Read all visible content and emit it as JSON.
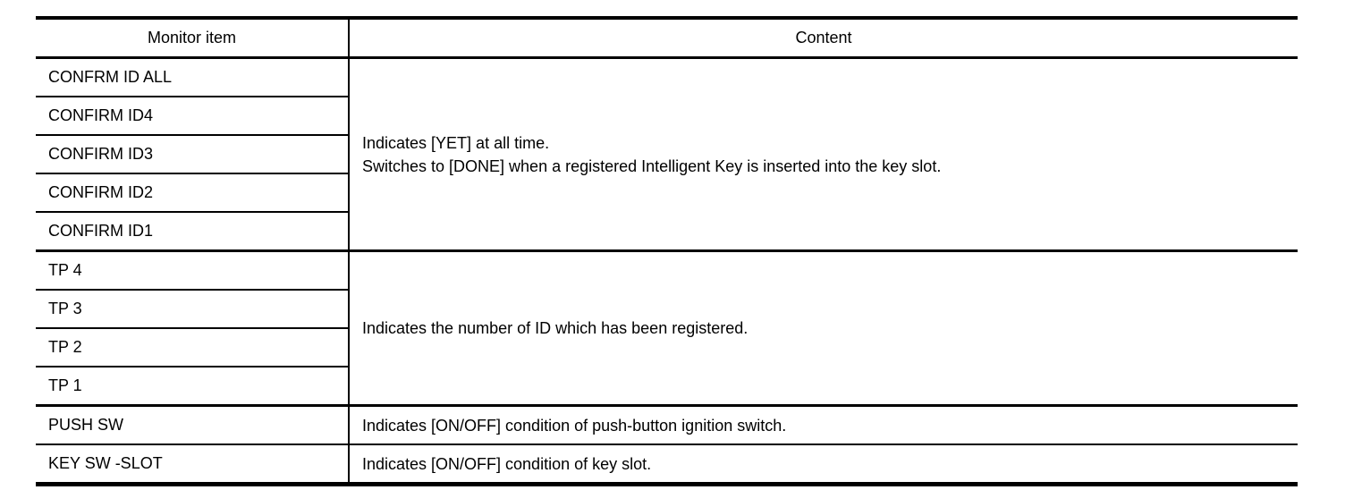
{
  "page": {
    "background": "#ffffff",
    "text_color": "#000000",
    "border_color": "#000000"
  },
  "table": {
    "headers": {
      "monitor_item": "Monitor item",
      "content": "Content"
    },
    "groups": [
      {
        "items": [
          "CONFRM ID ALL",
          "CONFIRM ID4",
          "CONFIRM ID3",
          "CONFIRM ID2",
          "CONFIRM ID1"
        ],
        "content_lines": [
          "Indicates [YET] at all time.",
          "Switches to [DONE] when a registered Intelligent Key is inserted into the key slot."
        ]
      },
      {
        "items": [
          "TP 4",
          "TP 3",
          "TP 2",
          "TP 1"
        ],
        "content_lines": [
          "Indicates the number of ID which has been registered."
        ]
      },
      {
        "items": [
          "PUSH SW"
        ],
        "content_lines": [
          "Indicates [ON/OFF] condition of push-button ignition switch."
        ]
      },
      {
        "items": [
          "KEY SW -SLOT"
        ],
        "content_lines": [
          "Indicates [ON/OFF] condition of key slot."
        ]
      }
    ]
  }
}
